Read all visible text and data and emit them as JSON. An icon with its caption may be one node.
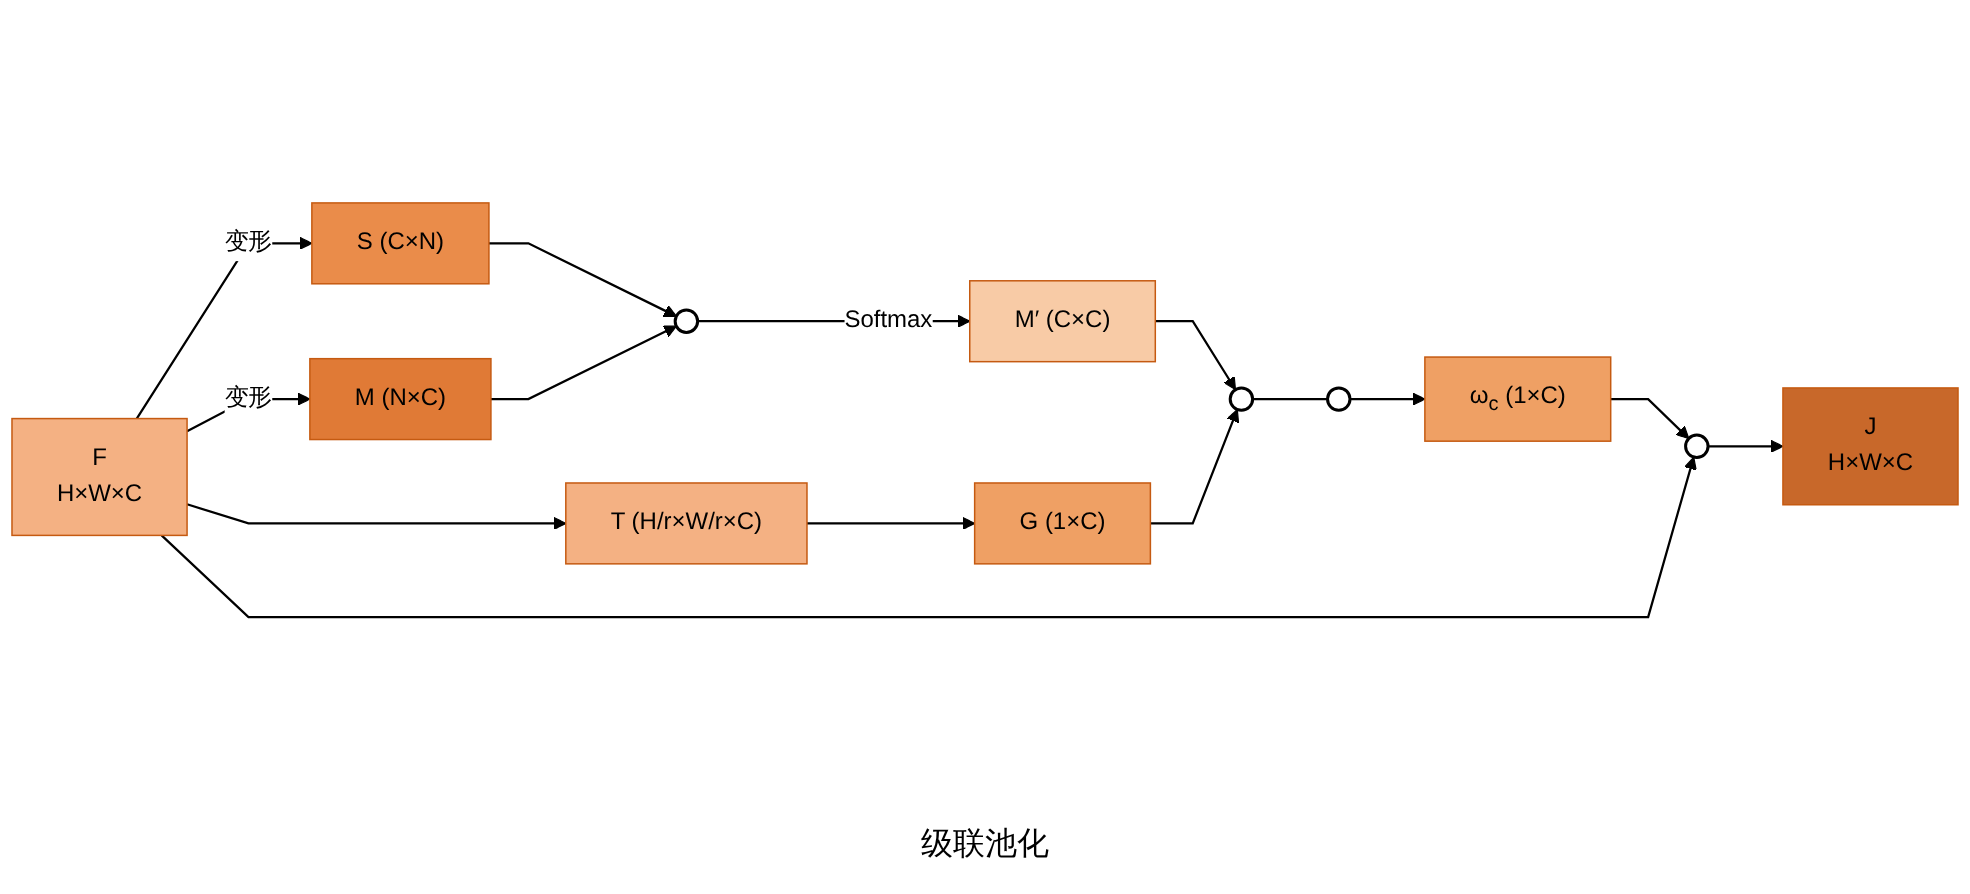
{
  "diagram": {
    "nodes": [
      {
        "text": [
          "F",
          "H×W×C"
        ]
      },
      {
        "text": [
          "S (C×N)"
        ]
      },
      {
        "text": [
          "M (N×C)"
        ]
      },
      {
        "text": [],
        "shape": "circle"
      },
      {
        "text": [
          "M′ (C×C)"
        ]
      },
      {
        "text": [
          "T (H/r×W/r×C)"
        ]
      },
      {
        "text": [
          "G (1×C)"
        ]
      },
      {
        "text": [],
        "shape": "circle"
      },
      {
        "text": [],
        "shape": "circle"
      },
      {
        "text": [
          "ω$_{c}$ (1×C)"
        ]
      },
      {
        "text": [],
        "shape": "circle"
      },
      {
        "text": [
          "J",
          "H×W×C"
        ]
      }
    ],
    "edges": [
      {
        "from": 0,
        "to": 1,
        "arrow": "to",
        "label": "变形"
      },
      {
        "from": 0,
        "to": 2,
        "arrow": "to",
        "label": "变形"
      },
      {
        "from": 1,
        "to": 3,
        "arrow": "to"
      },
      {
        "from": 2,
        "to": 3,
        "arrow": "to"
      },
      {
        "from": 3,
        "to": 4,
        "arrow": "to",
        "label": "Softmax"
      },
      {
        "from": 4,
        "to": 7,
        "arrow": "to"
      },
      {
        "from": 0,
        "to": 5,
        "arrow": "to"
      },
      {
        "from": 5,
        "to": 6,
        "arrow": "to"
      },
      {
        "from": 6,
        "to": 7,
        "arrow": "to"
      },
      {
        "from": 7,
        "to": 8,
        "arrow": "none"
      },
      {
        "from": 8,
        "to": 9,
        "arrow": "to"
      },
      {
        "from": 9,
        "to": 10,
        "arrow": "to"
      },
      {
        "from": 0,
        "to": 10,
        "arrow": "to"
      },
      {
        "from": 10,
        "to": 11,
        "arrow": "to"
      }
    ],
    "labels": [
      "级联池化"
    ]
  }
}
